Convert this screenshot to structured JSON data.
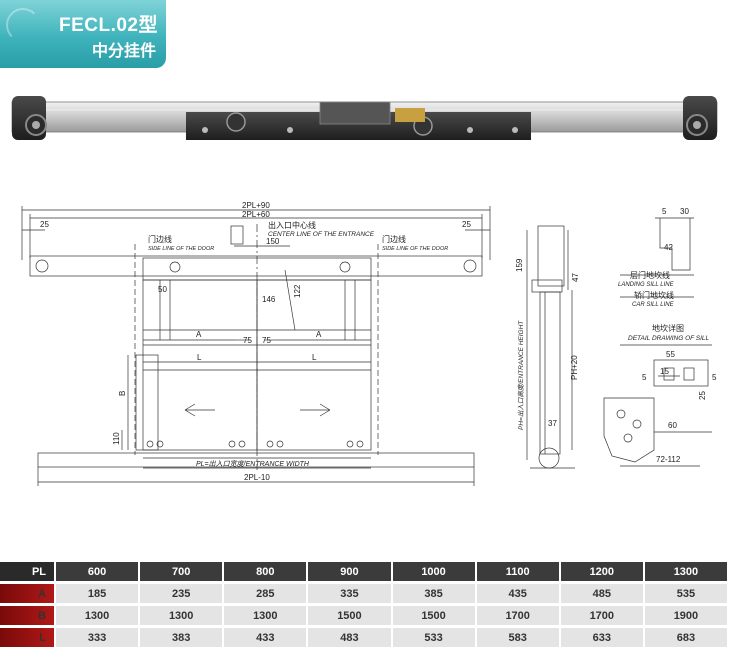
{
  "header": {
    "model": "FECL.02型",
    "subtitle": "中分挂件"
  },
  "drawing": {
    "dim_2pl90": "2PL+90",
    "dim_2pl60": "2PL+60",
    "dim_25_left": "25",
    "dim_25_right": "25",
    "center_line_cn": "出入口中心线",
    "center_line_en": "CENTER LINE OF THE ENTRANCE",
    "door_side_left_cn": "门边线",
    "door_side_left_en": "SIDE LINE OF THE DOOR",
    "door_side_right_cn": "门边线",
    "door_side_right_en": "SIDE LINE OF THE DOOR",
    "dim_150": "150",
    "dim_50": "50",
    "dim_146": "146",
    "dim_122": "122",
    "dim_A_left": "A",
    "dim_A_right": "A",
    "dim_75_left": "75",
    "dim_75_right": "75",
    "dim_L_left": "L",
    "dim_L_right": "L",
    "dim_B": "B",
    "dim_110": "110",
    "entrance_width": "PL=出入口宽度/ENTRANCE WIDTH",
    "dim_2pl10": "2PL-10",
    "dim_159": "159",
    "dim_47": "47",
    "dim_37": "37",
    "dim_ph20": "PH+20",
    "entrance_height": "PH=出入口高度/ENTRANCE HEIGHT",
    "dim_5": "5",
    "dim_30": "30",
    "dim_42": "42",
    "landing_sill_cn": "层门地坎线",
    "landing_sill_en": "LANDING SILL LINE",
    "car_sill_cn": "轿门地坎线",
    "car_sill_en": "CAR SILL LINE",
    "sill_detail_cn": "地坎详图",
    "sill_detail_en": "DETAIL DRAWING OF SILL",
    "dim_55": "55",
    "dim_15": "15",
    "dim_5b": "5",
    "dim_5c": "5",
    "dim_25": "25",
    "dim_60": "60",
    "dim_72_112": "72-112"
  },
  "spec_table": {
    "header_label": "PL",
    "columns": [
      "600",
      "700",
      "800",
      "900",
      "1000",
      "1100",
      "1200",
      "1300"
    ],
    "rows": [
      {
        "label": "A",
        "values": [
          "185",
          "235",
          "285",
          "335",
          "385",
          "435",
          "485",
          "535"
        ]
      },
      {
        "label": "B",
        "values": [
          "1300",
          "1300",
          "1300",
          "1500",
          "1500",
          "1700",
          "1700",
          "1900"
        ]
      },
      {
        "label": "L",
        "values": [
          "333",
          "383",
          "433",
          "483",
          "533",
          "583",
          "633",
          "683"
        ]
      }
    ]
  },
  "colors": {
    "badge": "#3fb3bb",
    "table_header": "#3b3b3b",
    "row_label": "#b01818",
    "row_bg": "#e4e4e4"
  }
}
